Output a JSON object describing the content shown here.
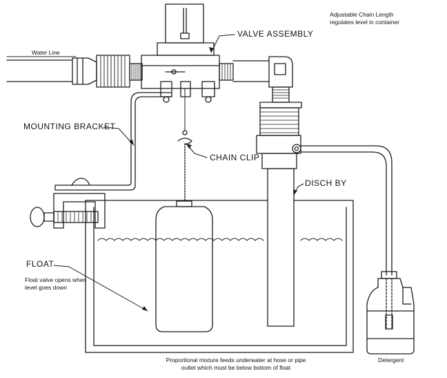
{
  "labels": {
    "water_line": "Water Line",
    "valve_assembly": "VALVE ASSEMBLY",
    "mounting_bracket": "MOUNTING BRACKET",
    "chain_clip": "CHAIN CLIP",
    "disch_by": "DISCH BY",
    "float": "FLOAT",
    "detergent": "Detergent"
  },
  "notes": {
    "chain_length_1": "Adjustable Chain Length",
    "chain_length_2": "regulates level in container",
    "float_valve_1": "Float valve opens when",
    "float_valve_2": "level goes down",
    "mixture_1": "Proportional mixture feeds underwater at hose or pipe",
    "mixture_2": "outlet which must be below bottom of float"
  },
  "colors": {
    "line": "#1a1a1a",
    "background": "#ffffff"
  }
}
